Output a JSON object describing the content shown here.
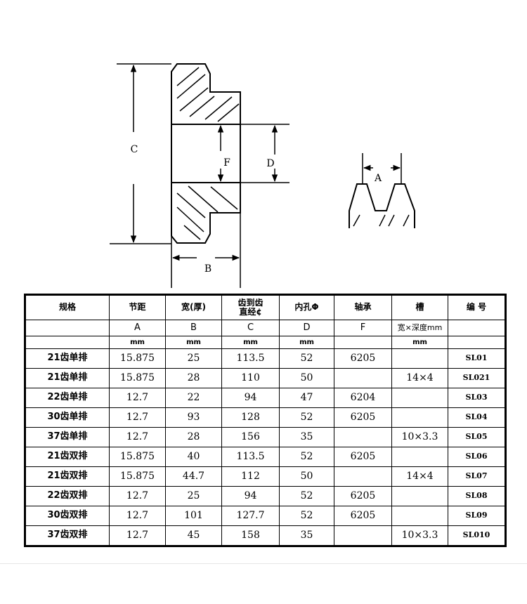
{
  "diagram": {
    "labels": {
      "C": "C",
      "F": "F",
      "D": "D",
      "B": "B",
      "A": "A"
    }
  },
  "table": {
    "headers": [
      "规格",
      "节距",
      "宽(厚)",
      "齿到齿直经¢",
      "内孔Φ",
      "轴承",
      "槽",
      "编 号"
    ],
    "header_c_lines": [
      "齿到齿",
      "直经¢"
    ],
    "symbols": [
      "",
      "A",
      "B",
      "C",
      "D",
      "F",
      "宽×深度mm",
      ""
    ],
    "units": [
      "",
      "mm",
      "mm",
      "mm",
      "mm",
      "",
      "mm",
      ""
    ],
    "rows": [
      [
        "21齿单排",
        "15.875",
        "25",
        "113.5",
        "52",
        "6205",
        "",
        "SL01"
      ],
      [
        "21齿单排",
        "15.875",
        "28",
        "110",
        "50",
        "",
        "14×4",
        "SL021"
      ],
      [
        "22齿单排",
        "12.7",
        "22",
        "94",
        "47",
        "6204",
        "",
        "SL03"
      ],
      [
        "30齿单排",
        "12.7",
        "93",
        "128",
        "52",
        "6205",
        "",
        "SL04"
      ],
      [
        "37齿单排",
        "12.7",
        "28",
        "156",
        "35",
        "",
        "10×3.3",
        "SL05"
      ],
      [
        "21齿双排",
        "15.875",
        "40",
        "113.5",
        "52",
        "6205",
        "",
        "SL06"
      ],
      [
        "21齿双排",
        "15.875",
        "44.7",
        "112",
        "50",
        "",
        "14×4",
        "SL07"
      ],
      [
        "22齿双排",
        "12.7",
        "25",
        "94",
        "52",
        "6205",
        "",
        "SL08"
      ],
      [
        "30齿双排",
        "12.7",
        "101",
        "127.7",
        "52",
        "6205",
        "",
        "SL09"
      ],
      [
        "37齿双排",
        "12.7",
        "45",
        "158",
        "35",
        "",
        "10×3.3",
        "SL010"
      ]
    ]
  }
}
